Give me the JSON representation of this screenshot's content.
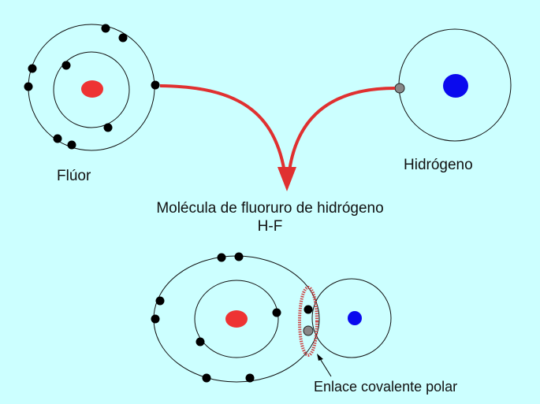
{
  "labels": {
    "fluor": "Flúor",
    "hidrogeno": "Hidrógeno",
    "molecule_title": "Molécula de fluoruro de hidrógeno",
    "formula": "H-F",
    "bond": "Enlace covalente polar"
  },
  "colors": {
    "background": "#ccffff",
    "fluorine_nucleus": "#ee3333",
    "hydrogen_nucleus": "#0a0aee",
    "electron": "#000000",
    "hydrogen_electron": "#888888",
    "arrow": "#e03030",
    "bond_outline": "#cc4444"
  },
  "atoms": {
    "fluorine_electrons": 9,
    "hydrogen_electrons": 1
  }
}
